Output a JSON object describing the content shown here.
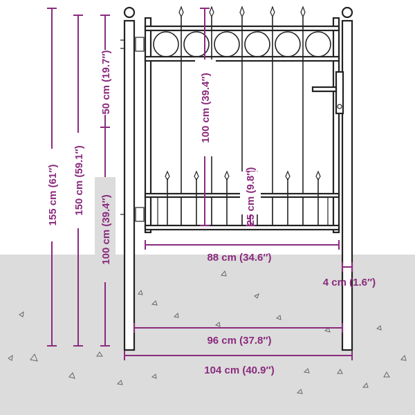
{
  "colors": {
    "dimension": "#8a2a7d",
    "ground": "#dcdcdc",
    "line": "#222222"
  },
  "dimensions": {
    "total_height": "155 cm (61″)",
    "post_height": "150 cm (59.1″)",
    "upper_height": "50 cm (19.7″)",
    "lower_height": "100 cm (39.4″)",
    "gate_height": "100 cm (39.4″)",
    "spear_height": "25 cm (9.8″)",
    "gate_width": "88 cm (34.6″)",
    "post_width": "4 cm (1.6″)",
    "inner_width": "96 cm (37.8″)",
    "outer_width": "104 cm (40.9″)"
  }
}
